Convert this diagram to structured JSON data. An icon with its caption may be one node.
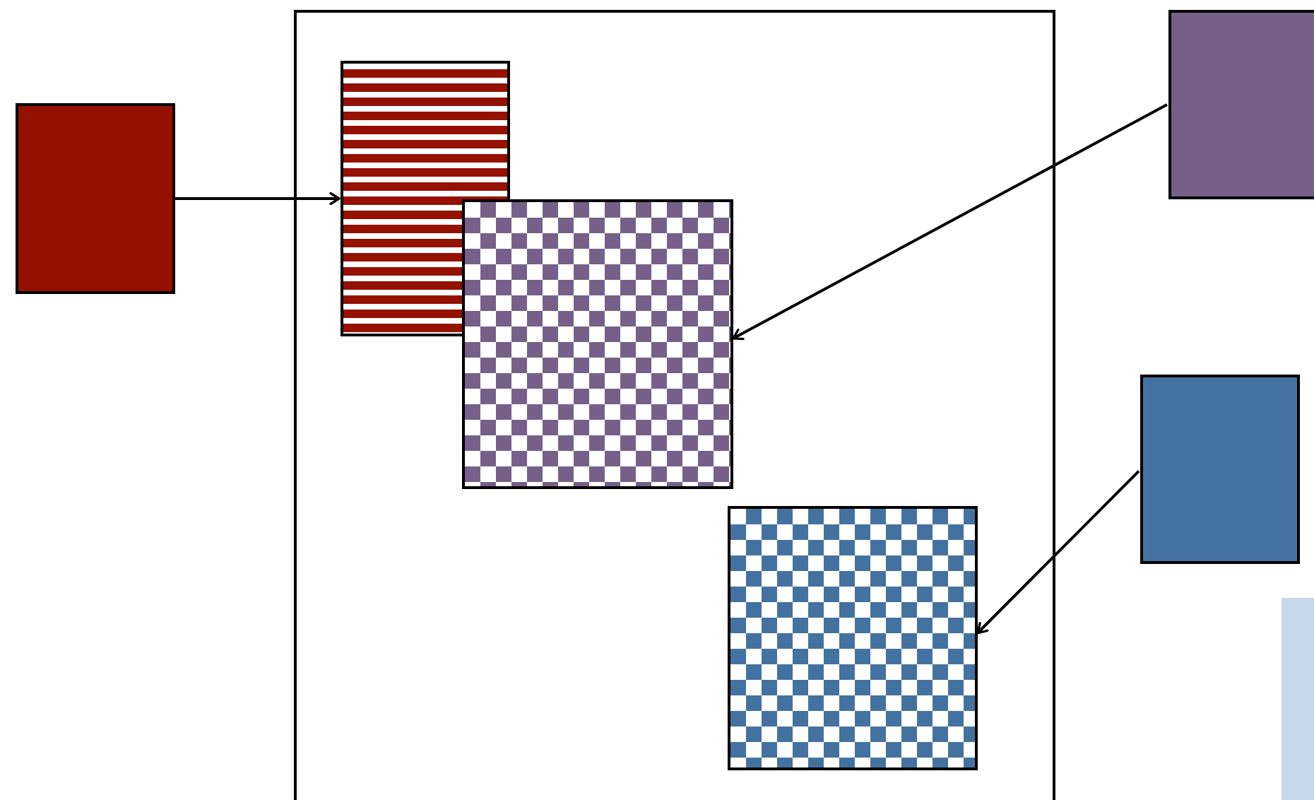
{
  "diagram": {
    "nodes": [
      {
        "text": [],
        "shape": "box"
      },
      {
        "text": [],
        "shape": "box"
      },
      {
        "text": [],
        "shape": "box",
        "in": 1
      },
      {
        "text": [],
        "shape": "box",
        "in": 1
      },
      {
        "text": [],
        "shape": "box",
        "in": 1
      },
      {
        "text": [],
        "shape": "box"
      },
      {
        "text": [],
        "shape": "box"
      },
      {
        "text": [],
        "shape": "box"
      }
    ],
    "edges": [
      {
        "from": 0,
        "to": 2,
        "arrow": "to"
      },
      {
        "from": 5,
        "to": 3,
        "arrow": "to"
      },
      {
        "from": 6,
        "to": 4,
        "arrow": "to"
      }
    ]
  }
}
